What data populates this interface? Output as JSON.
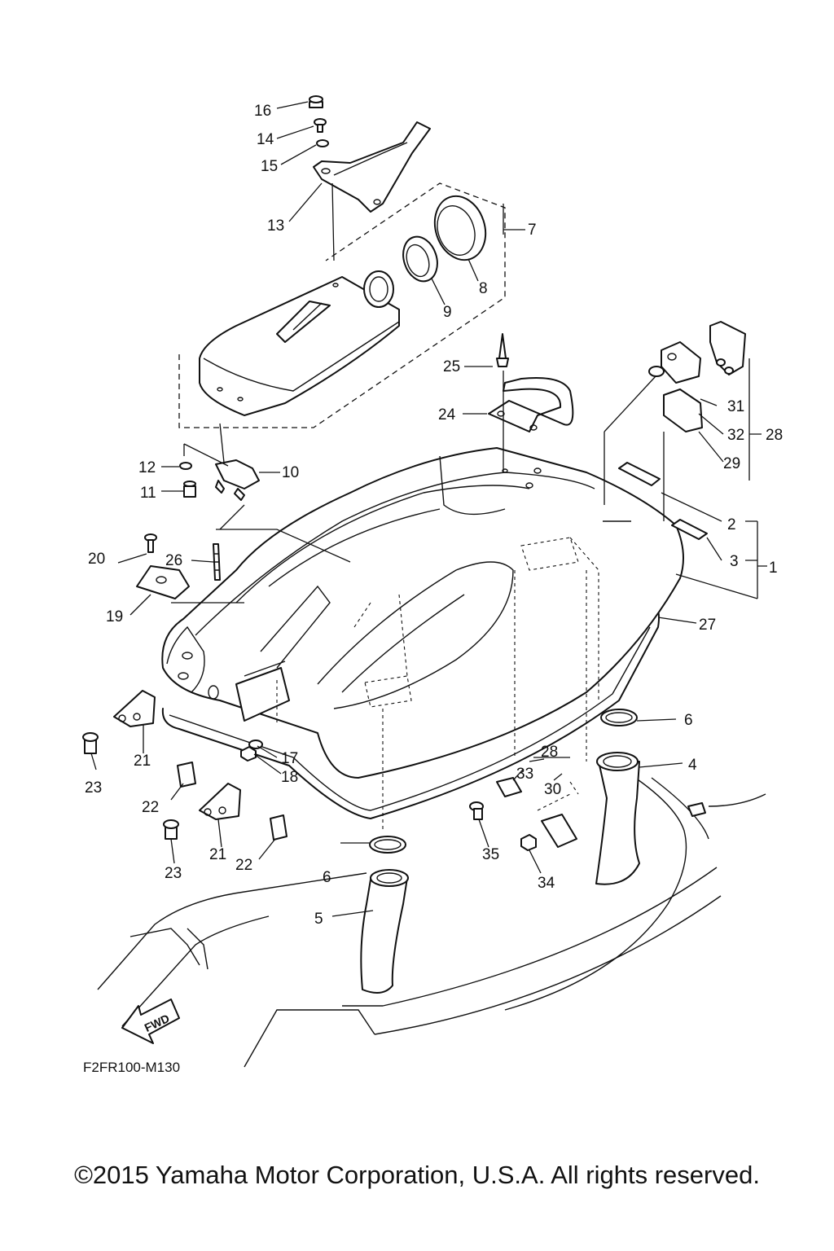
{
  "diagram": {
    "drawing_code": "F2FR100-M130",
    "fwd_label": "FWD",
    "callouts": {
      "c1": "1",
      "c2": "2",
      "c3": "3",
      "c4": "4",
      "c5": "5",
      "c6a": "6",
      "c6b": "6",
      "c7": "7",
      "c8": "8",
      "c9": "9",
      "c10": "10",
      "c11": "11",
      "c12": "12",
      "c13": "13",
      "c14": "14",
      "c15": "15",
      "c16": "16",
      "c17": "17",
      "c18": "18",
      "c19": "19",
      "c20": "20",
      "c21a": "21",
      "c21b": "21",
      "c22a": "22",
      "c22b": "22",
      "c23a": "23",
      "c23b": "23",
      "c24": "24",
      "c25": "25",
      "c26": "26",
      "c27": "27",
      "c28a": "28",
      "c28b": "28",
      "c29": "29",
      "c30": "30",
      "c31": "31",
      "c32": "32",
      "c33": "33",
      "c34": "34",
      "c35": "35"
    }
  },
  "footer": {
    "copyright": "©2015 Yamaha Motor Corporation, U.S.A. All rights reserved."
  }
}
